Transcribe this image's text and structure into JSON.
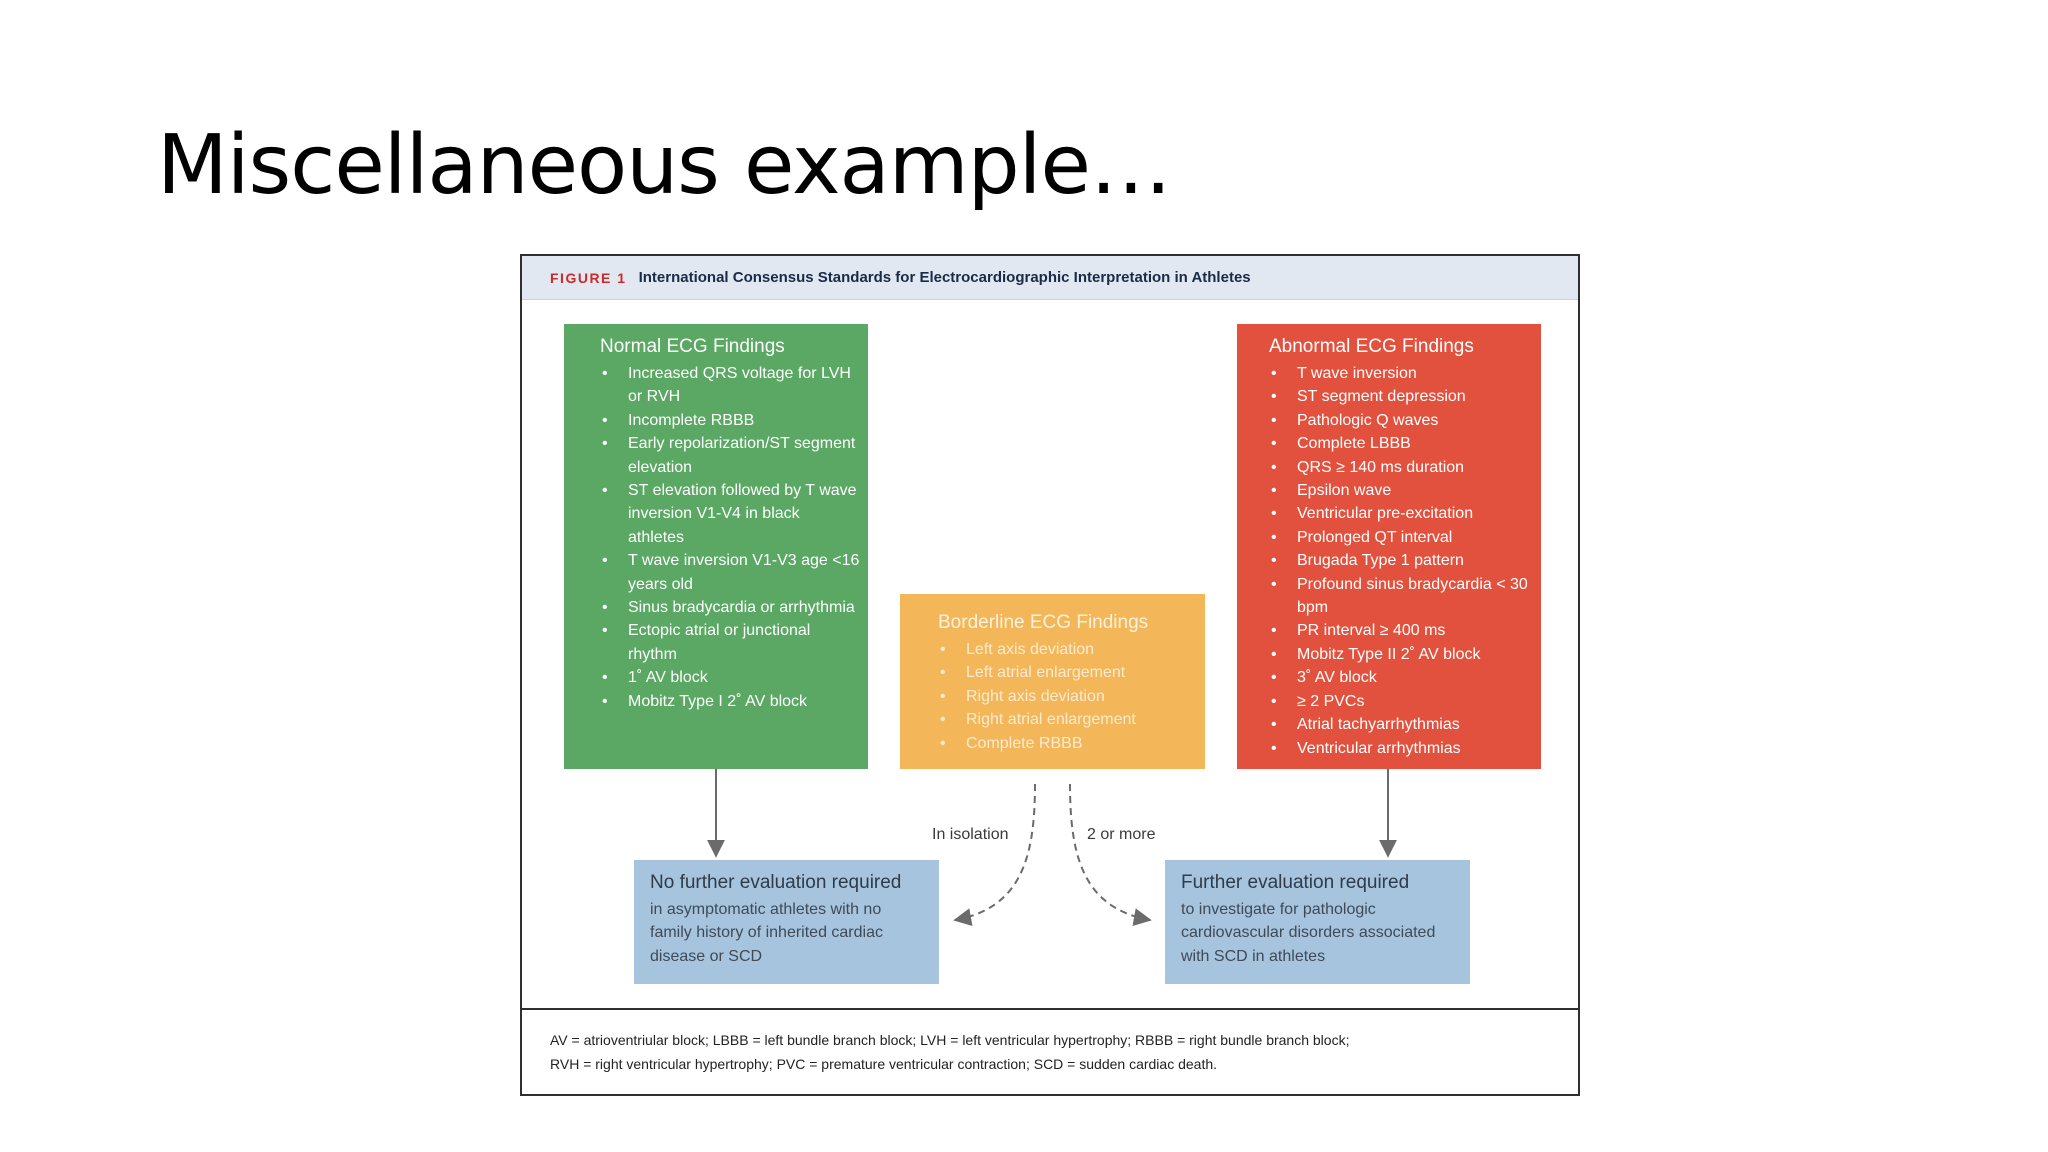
{
  "slide": {
    "title": "Miscellaneous example…"
  },
  "figure": {
    "label": "FIGURE 1",
    "title": "International Consensus Standards for Electrocardiographic Interpretation in Athletes",
    "normal": {
      "heading": "Normal ECG Findings",
      "items": [
        "Increased QRS voltage for LVH or RVH",
        "Incomplete RBBB",
        "Early repolarization/ST segment elevation",
        "ST elevation followed by T wave inversion V1-V4 in black athletes",
        "T wave inversion V1-V3 age <16 years old",
        "Sinus bradycardia or arrhythmia",
        "Ectopic atrial or junctional rhythm",
        "1˚ AV block",
        "Mobitz Type I 2˚ AV block"
      ]
    },
    "borderline": {
      "heading": "Borderline ECG Findings",
      "items": [
        "Left axis deviation",
        "Left atrial enlargement",
        "Right axis deviation",
        "Right atrial enlargement",
        "Complete RBBB"
      ]
    },
    "abnormal": {
      "heading": "Abnormal ECG Findings",
      "items": [
        "T wave inversion",
        "ST segment depression",
        "Pathologic Q waves",
        "Complete LBBB",
        "QRS ≥ 140 ms duration",
        "Epsilon wave",
        "Ventricular pre-excitation",
        "Prolonged QT interval",
        "Brugada Type 1 pattern",
        "Profound sinus bradycardia < 30 bpm",
        "PR interval ≥ 400 ms",
        "Mobitz Type II 2˚ AV block",
        "3˚ AV block",
        "≥ 2 PVCs",
        "Atrial tachyarrhythmias",
        "Ventricular arrhythmias"
      ]
    },
    "arrows": {
      "isolation": "In isolation",
      "two_or_more": "2 or more"
    },
    "no_further": {
      "heading": "No further evaluation required",
      "text": "in asymptomatic athletes with no family history of inherited cardiac disease or SCD"
    },
    "further": {
      "heading": "Further evaluation required",
      "text": "to investigate for pathologic cardiovascular disorders associated with SCD in athletes"
    },
    "footer": {
      "line1": "AV = atrioventriular block; LBBB = left bundle branch block; LVH = left ventricular hypertrophy; RBBB = right bundle branch block;",
      "line2": "RVH = right ventricular hypertrophy; PVC = premature ventricular contraction; SCD = sudden cardiac death."
    }
  }
}
